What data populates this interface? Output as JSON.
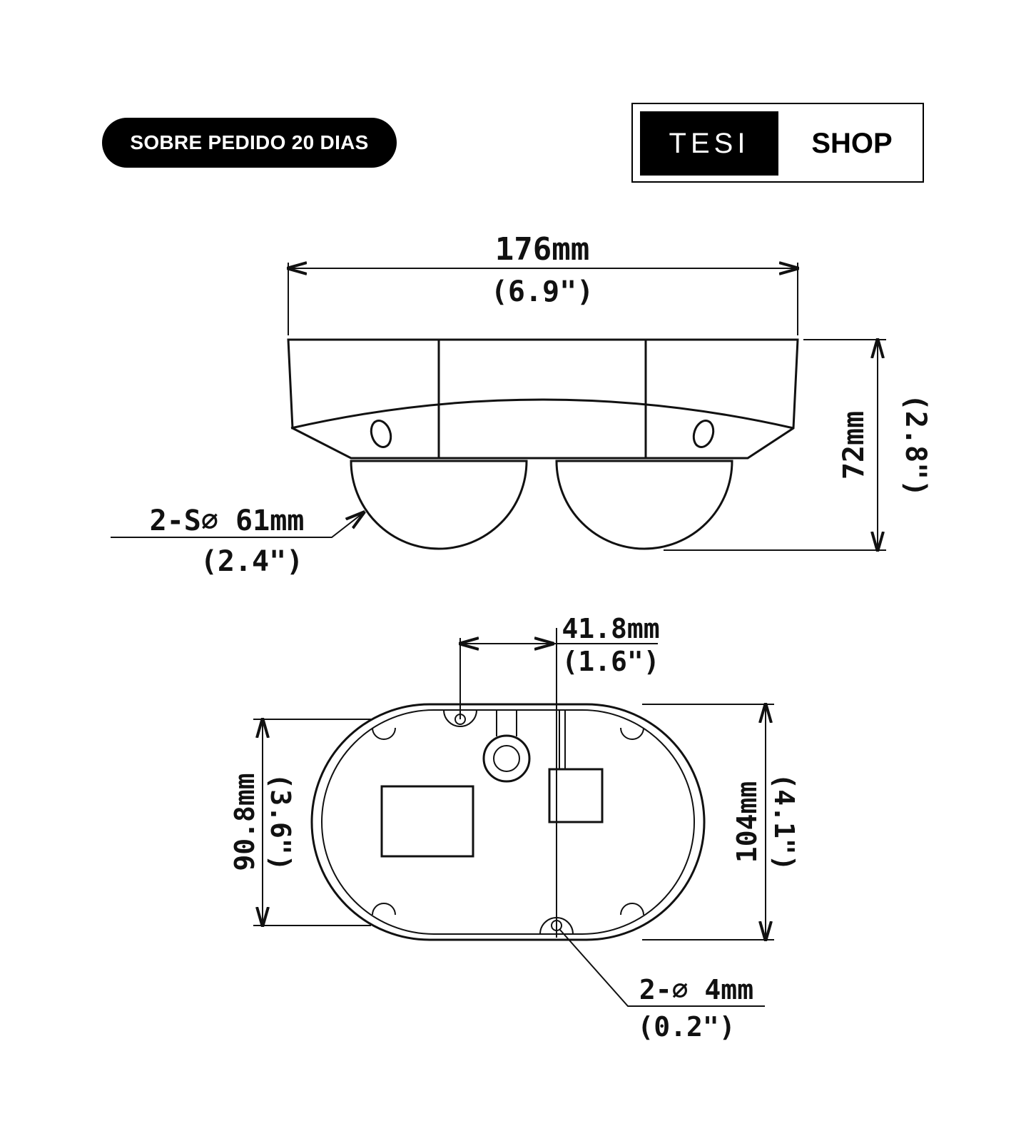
{
  "badge": {
    "label": "SOBRE PEDIDO 20 DIAS"
  },
  "logo": {
    "left": "TESI",
    "right": "SHOP"
  },
  "side_view": {
    "width": {
      "mm": "176mm",
      "inch": "(6.9\")"
    },
    "height": {
      "mm": "72mm",
      "inch": "(2.8\")"
    },
    "dome": {
      "mm": "2-S∅ 61mm",
      "inch": "(2.4\")"
    }
  },
  "top_view": {
    "offset": {
      "mm": "41.8mm",
      "inch": "(1.6\")"
    },
    "inner_height": {
      "mm": "90.8mm",
      "inch": "(3.6\")"
    },
    "outer_height": {
      "mm": "104mm",
      "inch": "(4.1\")"
    },
    "holes": {
      "mm": "2-∅ 4mm",
      "inch": "(0.2\")"
    }
  },
  "colors": {
    "ink": "#111111",
    "badge_bg": "#000000",
    "page_bg": "#ffffff"
  }
}
